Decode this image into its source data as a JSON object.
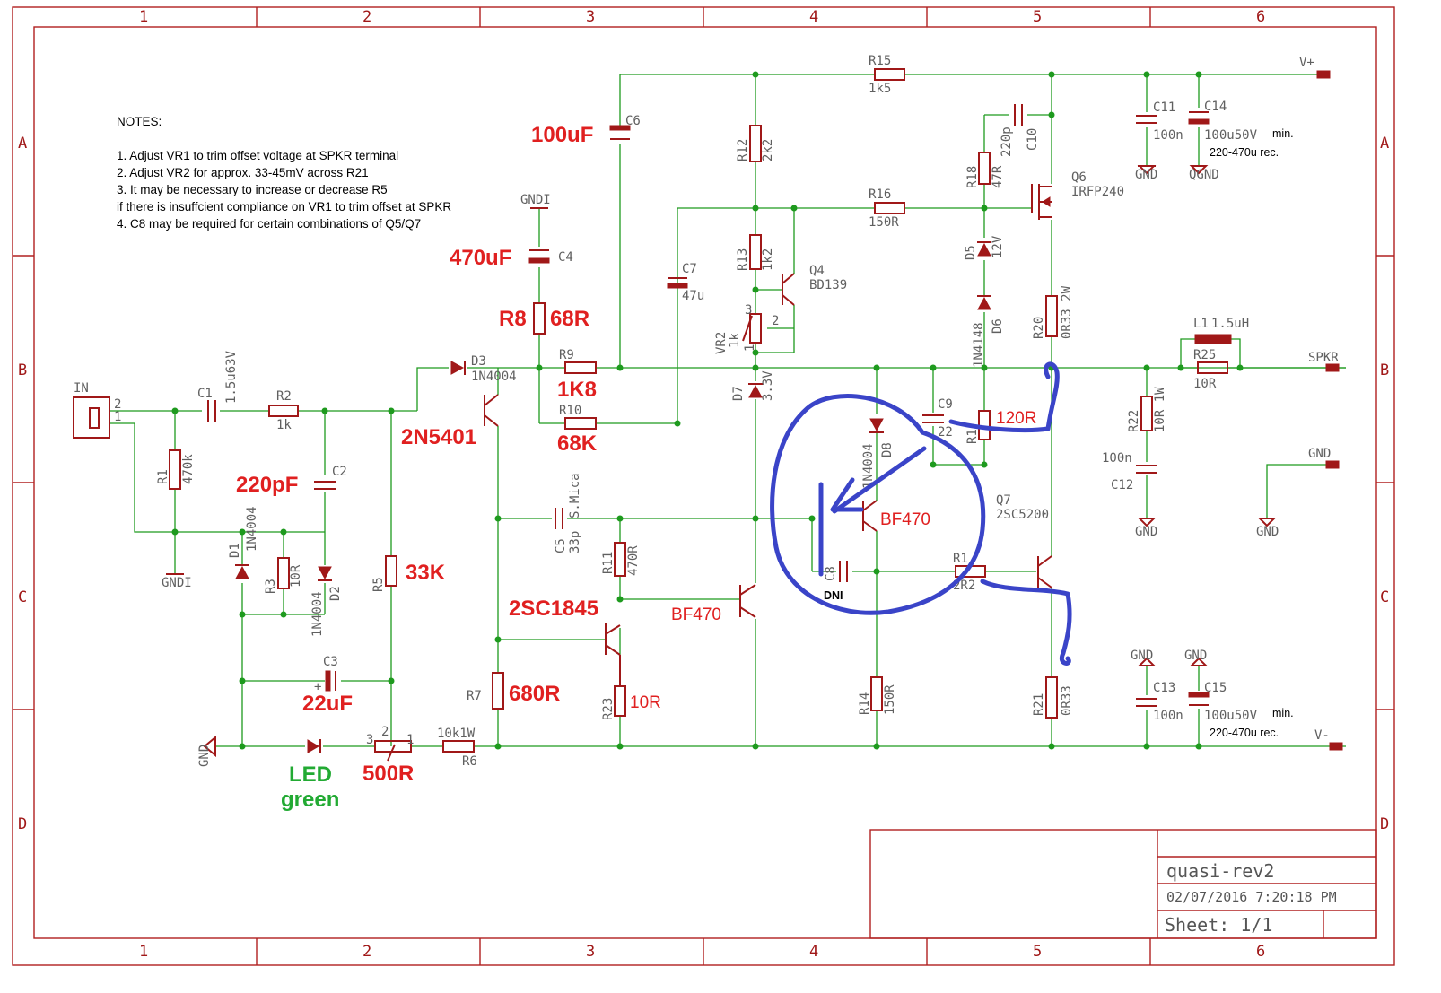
{
  "sheet": {
    "columns": [
      "1",
      "2",
      "3",
      "4",
      "5",
      "6"
    ],
    "rows": [
      "A",
      "B",
      "C",
      "D"
    ],
    "title": "quasi-rev2",
    "date": "02/07/2016 7:20:18 PM",
    "sheet": "Sheet: 1/1"
  },
  "notes": {
    "heading": "NOTES:",
    "lines": [
      "1. Adjust VR1 to trim offset voltage at SPKR terminal",
      "2. Adjust VR2 for approx. 33-45mV across R21",
      "3. It may be necessary to increase or decrease R5",
      "if there is insuffcient compliance on VR1 to trim offset at SPKR",
      "4. C8 may be required for certain combinations of Q5/Q7"
    ]
  },
  "components": {
    "in": "IN",
    "pin2": "2",
    "pin1": "1",
    "c1": "C1",
    "c1v": "1.5u63V",
    "r2": "R2",
    "r2v": "1k",
    "r1": "R1",
    "r1v": "470k",
    "c2": "C2",
    "gndi1": "GNDI",
    "d1": "D1",
    "d1v": "1N4004",
    "r3": "R3",
    "r3v": "10R",
    "d2": "D2",
    "d2v": "1N4004",
    "r5": "R5",
    "c3": "C3",
    "gnd_left": "GND",
    "vr1_p3": "3",
    "vr1_p2": "2",
    "vr1_p1": "1",
    "r6": "R6",
    "r6v": "10k1W",
    "d3": "D3",
    "d3v": "1N4004",
    "c6": "C6",
    "gndi2": "GNDI",
    "c4": "C4",
    "r9": "R9",
    "r10": "R10",
    "c5": "C5",
    "c5v": "33p",
    "c5m": "S.Mica",
    "r11": "R11",
    "r11v": "470R",
    "r7": "R7",
    "r23": "R23",
    "r12": "R12",
    "r12v": "2k2",
    "r13": "R13",
    "r13v": "1k2",
    "q4": "Q4",
    "q4v": "BD139",
    "vr2": "VR2",
    "vr2v": "1k",
    "vr2_p3": "3",
    "vr2_p2": "2",
    "vr2_p1": "1",
    "d7": "D7",
    "d7v": "3.3V",
    "c7": "C7",
    "c7v": "47u",
    "r15": "R15",
    "r15v": "1k5",
    "r16": "R16",
    "r16v": "150R",
    "r18": "R18",
    "r18v": "47R",
    "c10": "C10",
    "c10v": "220p",
    "q6": "Q6",
    "q6v": "IRFP240",
    "d5": "D5",
    "d5v": "12V",
    "d6": "D6",
    "d6v": "1N4148",
    "r20": "R20",
    "r20v": "0R33 2W",
    "c9": "C9",
    "c9v": "22",
    "r1x": "R1",
    "d8": "D8",
    "d8v": "1N4004",
    "c8": "C8",
    "r14": "R14",
    "r14v": "150R",
    "q7": "Q7",
    "q7v": "2SC5200",
    "r1y": "R1",
    "r1yv": "2R2",
    "r21": "R21",
    "r21v": "0R33",
    "c11": "C11",
    "c11v": "100n",
    "c14": "C14",
    "c14v": "100u50V",
    "gnd_c11": "GND",
    "qgnd": "QGND",
    "vplus": "V+",
    "l1": "L1",
    "l1v": "1.5uH",
    "r25": "R25",
    "r25v": "10R",
    "spkr": "SPKR",
    "r22": "R22",
    "r22v": "10R 1W",
    "c12": "C12",
    "c12v": "100n",
    "gnd_c12": "GND",
    "gnd_r1": "GND",
    "gnd_r2": "GND",
    "gnd_c13": "GND",
    "gnd_c15": "GND",
    "c13": "C13",
    "c13v": "100n",
    "c15": "C15",
    "c15v": "100u50V",
    "vminus": "V-"
  },
  "annotations": {
    "c6": "100uF",
    "c4": "470uF",
    "r8": "R8",
    "r8v": "68R",
    "r9": "1K8",
    "r10": "68K",
    "q_in": "2N5401",
    "c2": "220pF",
    "r5": "33K",
    "c3": "22uF",
    "led1": "LED",
    "led2": "green",
    "vr1": "500R",
    "q2sc": "2SC1845",
    "r7": "680R",
    "r23": "10R",
    "vas": "BF470",
    "q5": "BF470",
    "r120": "120R",
    "c8": "DNI",
    "min1": "min.",
    "rec1": "220-470u rec.",
    "min2": "min.",
    "rec2": "220-470u rec."
  }
}
